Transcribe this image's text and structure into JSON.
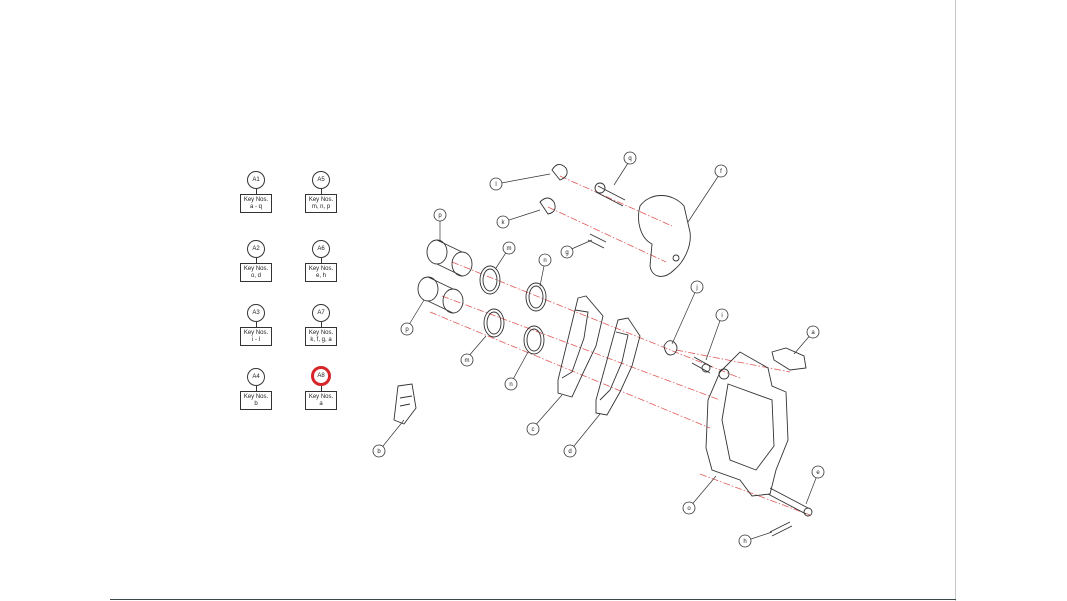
{
  "keys": [
    {
      "id": "A1",
      "label": "Key Nos.",
      "items": "a - q"
    },
    {
      "id": "A5",
      "label": "Key Nos.",
      "items": "m, n, p"
    },
    {
      "id": "A2",
      "label": "Key Nos.",
      "items": "o, d"
    },
    {
      "id": "A6",
      "label": "Key Nos.",
      "items": "e, h"
    },
    {
      "id": "A3",
      "label": "Key Nos.",
      "items": "i - l"
    },
    {
      "id": "A7",
      "label": "Key Nos.",
      "items": "k, f, g, a"
    },
    {
      "id": "A4",
      "label": "Key Nos.",
      "items": "b"
    },
    {
      "id": "A8",
      "label": "Key Nos.",
      "items": "a",
      "selected": true
    }
  ],
  "callouts": [
    "q",
    "f",
    "l",
    "k",
    "g",
    "p",
    "m",
    "n",
    "p",
    "m",
    "n",
    "j",
    "i",
    "a",
    "b",
    "c",
    "d",
    "e",
    "o",
    "h"
  ],
  "colors": {
    "selection": "#d7262a",
    "centerline": "#e05a5a",
    "line": "#333333"
  }
}
